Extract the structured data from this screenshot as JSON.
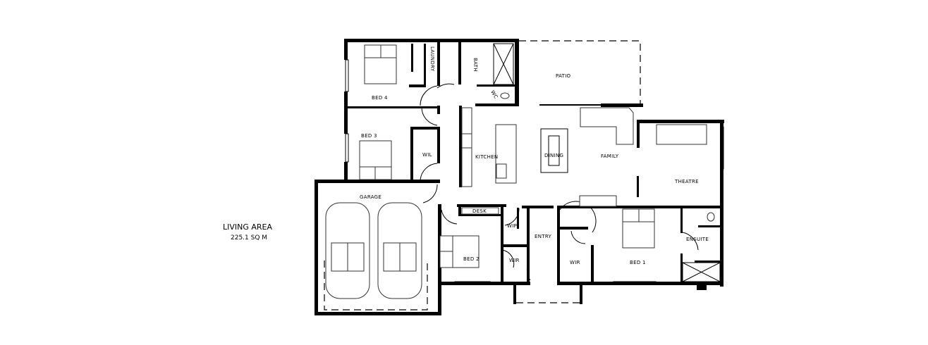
{
  "title": "Floor plan",
  "living_area": {
    "label": "LIVING AREA",
    "value": "225.1 SQ M"
  },
  "rooms": {
    "bed4": "BED 4",
    "laundry": "LAUNDRY",
    "bath": "BATH",
    "wc": "WC",
    "bed3": "BED 3",
    "wil": "WIL",
    "kitchen": "KITCHEN",
    "dining": "DINING",
    "patio": "PATIO",
    "family": "FAMILY",
    "theatre": "THEATRE",
    "garage": "GARAGE",
    "desk": "DESK",
    "wip": "WIP",
    "entry": "ENTRY",
    "bed2": "BED 2",
    "wir_bed2": "WIR",
    "wir_bed1": "WIR",
    "bed1": "BED 1",
    "ensuite": "ENSUITE"
  }
}
